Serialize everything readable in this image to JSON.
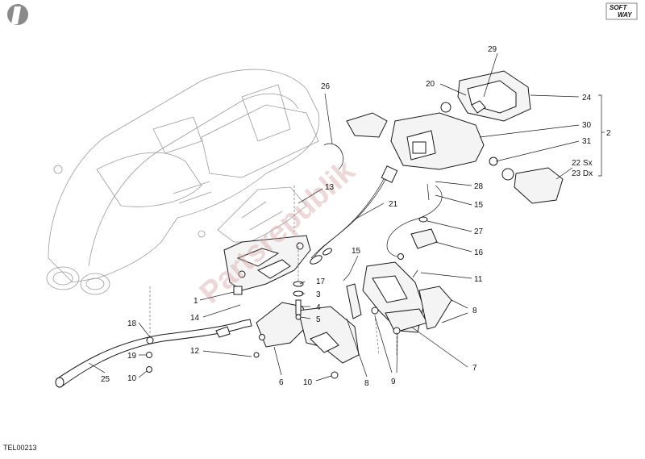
{
  "logo": {
    "line1": "SOFT",
    "line2": "WAY"
  },
  "watermark": "Partsrepublik",
  "drawing_code": "TEL00213",
  "labels": {
    "l1": "1",
    "l2": "2",
    "l3": "3",
    "l4": "4",
    "l5": "5",
    "l6": "6",
    "l7": "7",
    "l8a": "8",
    "l8b": "8",
    "l9": "9",
    "l10a": "10",
    "l10b": "10",
    "l11": "11",
    "l12": "12",
    "l13": "13",
    "l14": "14",
    "l15a": "15",
    "l15b": "15",
    "l16": "16",
    "l17": "17",
    "l18": "18",
    "l19": "19",
    "l20": "20",
    "l21": "21",
    "l22": "22 Sx",
    "l23": "23 Dx",
    "l24": "24",
    "l25": "25",
    "l26": "26",
    "l27": "27",
    "l28": "28",
    "l29": "29",
    "l30": "30",
    "l31": "31"
  }
}
